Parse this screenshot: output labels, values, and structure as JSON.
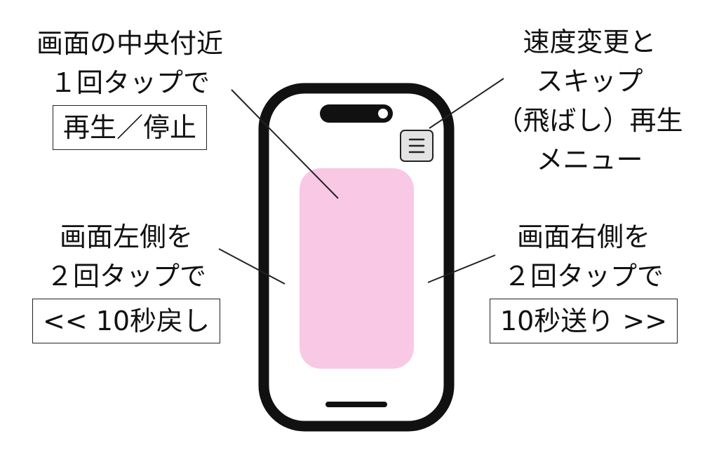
{
  "colors": {
    "phone_frame": "#111111",
    "screen": "#ffffff",
    "video_area": "#f9c8e4",
    "menu_button": "#e3e3e3",
    "leader_line": "#222222"
  },
  "icons": {
    "menu": "hamburger-menu-icon"
  },
  "labels": {
    "center": {
      "line1": "画面の中央付近",
      "line2": "１回タップで",
      "action": "再生／停止"
    },
    "menu": {
      "line1": "速度変更と",
      "line2": "スキップ",
      "line3": "（飛ばし）再生",
      "line4": "メニュー"
    },
    "left": {
      "line1": "画面左側を",
      "line2": "２回タップで",
      "action": "<< 10秒戻し"
    },
    "right": {
      "line1": "画面右側を",
      "line2": "２回タップで",
      "action": "10秒送り >>"
    }
  }
}
